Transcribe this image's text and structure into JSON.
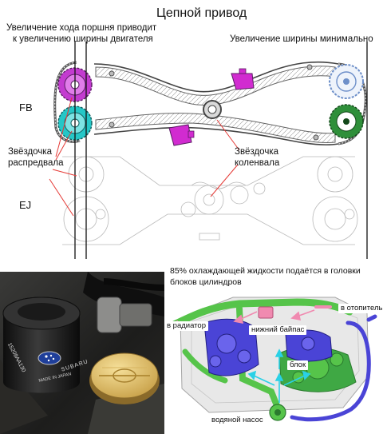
{
  "diagram": {
    "title": "Цепной привод",
    "label_piston_line1": "Увеличение хода поршня приводит",
    "label_piston_line2": "к увеличению ширины двигателя",
    "label_width_minimal": "Увеличение ширины минимально",
    "label_fb": "FB",
    "label_ej": "EJ",
    "label_cam_sprocket_line1": "Звёздочка",
    "label_cam_sprocket_line2": "распредвала",
    "label_crank_sprocket_line1": "Звёздочка",
    "label_crank_sprocket_line2": "коленвала"
  },
  "cooling": {
    "caption_line1": "85% охлаждающей жидкости подаётся в головки",
    "caption_line2": "блоков цилиндров",
    "tag_radiator": "в радиатор",
    "tag_heater": "в отопитель",
    "tag_lower_bypass": "нижний байпас",
    "tag_block": "блок",
    "tag_water_pump": "водяной насос"
  },
  "photo": {
    "filter_print_1": "15208AA130",
    "filter_print_2": "SUBARU",
    "filter_print_3": "MADE IN JAPAN"
  },
  "colors": {
    "intake_sprocket": "#c33bd0",
    "exhaust_sprocket": "#25c7c7",
    "right_upper_sprocket": "#6d8fc9",
    "right_lower_sprocket": "#2f8f3a",
    "tensioner": "#d12bd0",
    "pointer_line": "#e53935",
    "coolant_green": "#56c44a",
    "coolant_blue": "#4a44d6",
    "coolant_pink": "#f08ab0",
    "filter_black": "#1b1b1b",
    "cap_yellow": "#e8c86a"
  }
}
